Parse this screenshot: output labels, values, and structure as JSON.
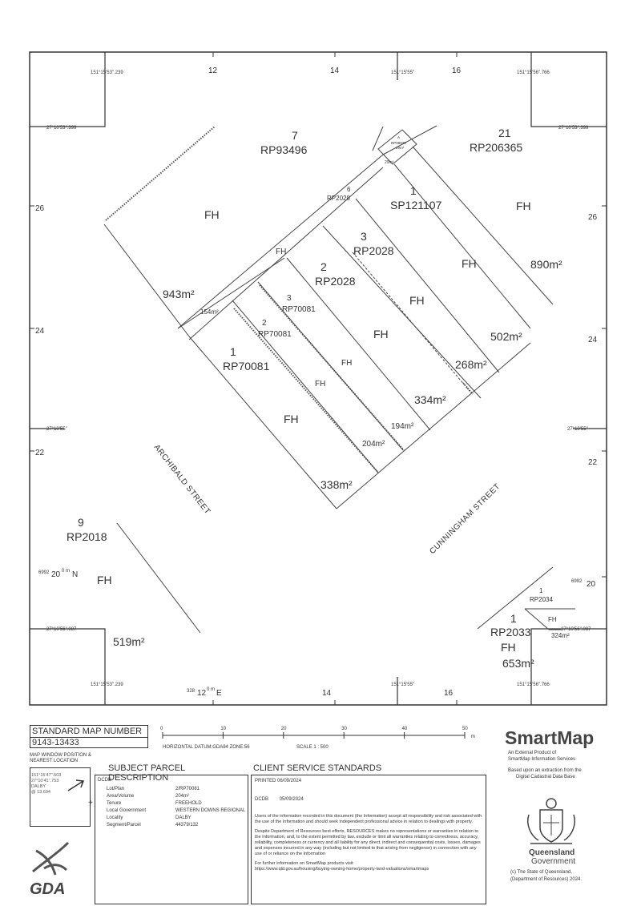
{
  "map": {
    "coords": {
      "tl_lon": "151°15'53\".239",
      "tm_lon": "151°15'55\"",
      "tr_lon": "151°15'56\".766",
      "tl_lat": "27°10'53\".399",
      "tr_lat": "27°10'53\".399",
      "ml_lat": "27°10'55\"",
      "mr_lat": "27°10'55\"",
      "bl_lat": "27°10'56\".087",
      "br_lat": "27°10'56\".087",
      "bl_lon": "151°15'53\".239",
      "bm_lon": "151°15'55\"",
      "br_lon": "151°15'56\".766"
    },
    "grid": {
      "top": [
        "12",
        "14",
        "16"
      ],
      "bottom": [
        "14",
        "16"
      ],
      "left": [
        "26",
        "24",
        "22"
      ],
      "right": [
        "26",
        "24",
        "22",
        "20"
      ],
      "bottom_left_easting": "328",
      "bottom_left_e": "12",
      "bottom_left_e_sup": "0 m",
      "bottom_left_e_suffix": "E",
      "left_northing_prefix": "6992",
      "left_northing": "20",
      "left_northing_sup": "0 m",
      "left_northing_suffix": "N",
      "right_northing_prefix": "6992"
    },
    "parcels": {
      "p7_lot": "7",
      "p7_plan": "RP93496",
      "p21_lot": "21",
      "p21_plan": "RP206365",
      "p6_lot": "6",
      "p6_plan": "RP2028",
      "p1sp_lot": "1",
      "p1sp_plan": "SP121107",
      "p3_lot": "3",
      "p3_plan": "RP2028",
      "p2_lot": "2",
      "p2_plan": "RP2028",
      "p3b_lot": "3",
      "p3b_plan": "RP70081",
      "p2b_lot": "2",
      "p2b_plan": "RP70081",
      "p1_lot": "1",
      "p1_plan": "RP70081",
      "p9_lot": "9",
      "p9_plan": "RP2018",
      "p1c_lot": "1",
      "p1c_plan": "RP2034",
      "p1d_lot": "1",
      "p1d_plan": "RP2033",
      "tiny_a": "A",
      "tiny_plan": "RP98825",
      "tiny_area": "29m²",
      "small_area": "29m²"
    },
    "tenure": "FH",
    "areas": {
      "a943": "943m²",
      "a154": "154m²",
      "a890": "890m²",
      "a502": "502m²",
      "a268": "268m²",
      "a334": "334m²",
      "a194": "194m²",
      "a204": "204m²",
      "a338": "338m²",
      "a519": "519m²",
      "a653": "653m²",
      "a324": "324m²"
    },
    "streets": {
      "archibald": "ARCHIBALD STREET",
      "cunningham": "CUNNINGHAM STREET"
    }
  },
  "footer": {
    "std_map_label": "STANDARD MAP NUMBER",
    "std_map_number": "9143-13433",
    "map_window_label": "MAP WINDOW POSITION & NEAREST LOCATION",
    "window_coords": [
      "151°15'47\".503",
      "27°10'41\".753",
      "DALBY",
      "@ 13.694"
    ],
    "scale_ticks": [
      "0",
      "10",
      "20",
      "30",
      "40",
      "50"
    ],
    "scale_unit": "m",
    "datum_text": "HORIZONTAL DATUM:GDA94    ZONE:56",
    "scale_text": "SCALE 1 : 500",
    "subject_title": "SUBJECT PARCEL DESCRIPTION",
    "subject_header": "DCDB",
    "subject_rows": [
      {
        "label": "Lot/Plan",
        "value": "2/RP70081"
      },
      {
        "label": "Area/Volume",
        "value": "204m²"
      },
      {
        "label": "Tenure",
        "value": "FREEHOLD"
      },
      {
        "label": "Local Government",
        "value": "WESTERN DOWNS REGIONAL"
      },
      {
        "label": "Locality",
        "value": "DALBY"
      },
      {
        "label": "Segment/Parcel",
        "value": "44379/132"
      }
    ],
    "service_title": "CLIENT SERVICE STANDARDS",
    "printed": "PRINTED 06/09/2024",
    "dcdb_label": "DCDB",
    "dcdb_date": "05/09/2024",
    "para1": "Users of the information recorded in this document (the Information) accept all responsibility and risk associated with the use of the Information and should seek independent professional advice in relation to dealings with property.",
    "para2": "Despite Department of Resources best efforts, RESOURCES makes no representations or warranties in relation to the Information, and, to the extent permitted by law, exclude or limit all warranties relating to correctness, accuracy, reliability, completeness or currency and all liability for any direct, indirect and consequential costs, losses, damages and expenses incurred in any way (including but not limited to that arising from negligence) in connection with any use of or reliance on the Information",
    "para3": "For further information on SmartMap products visit",
    "url": "https://www.qld.gov.au/housing/buying-owning-home/property-land-valuations/smartmaps",
    "smartmap_title": "SmartMap",
    "smartmap_sub1": "An External Product of",
    "smartmap_sub2": "SmartMap Information Services",
    "smartmap_sub3": "Based upon an extraction from the",
    "smartmap_sub4": "Digital Cadastral Data Base",
    "qld_name": "Queensland",
    "qld_gov": "Government",
    "copyright1": "(c) The State of Queensland,",
    "copyright2": "(Department of Resources) 2024.",
    "gda_label": "GDA"
  }
}
